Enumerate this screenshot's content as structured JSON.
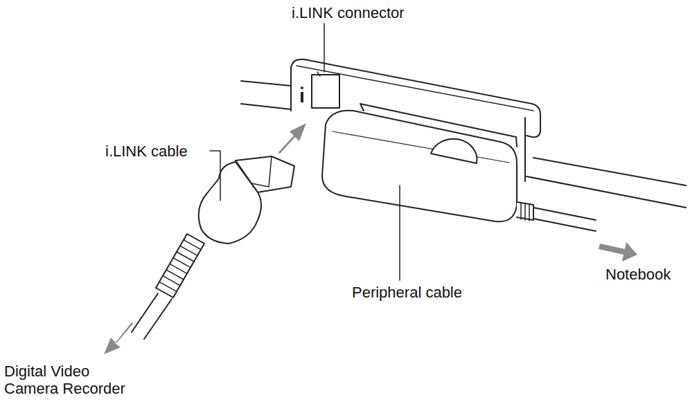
{
  "diagram": {
    "labels": [
      "i.LINK connector",
      "i.LINK cable",
      "Peripheral cable",
      "Notebook",
      "Digital Video Camera Recorder"
    ]
  }
}
